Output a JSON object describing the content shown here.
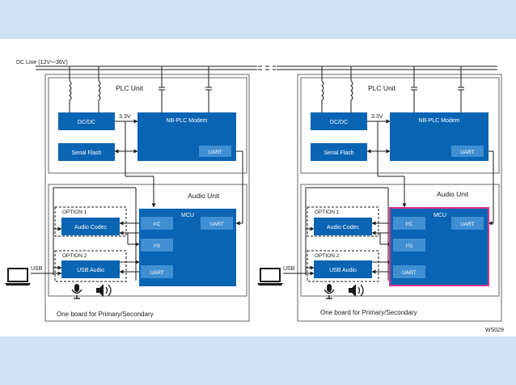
{
  "dc_line_label": "DC Line (12V〜36V)",
  "units": [
    {
      "id": "left",
      "plc_unit_title": "PLC Unit",
      "voltage_label": "3.3V",
      "dcdc_label": "DC/DC",
      "modem_label": "NB-PLC Modem",
      "modem_uart_label": "UART",
      "serial_flash_label": "Serial Flash",
      "audio_unit_title": "Audio Unit",
      "option1_label": "OPTION 1",
      "audio_codec_label": "Audio Codec",
      "option2_label": "OPTION 2",
      "usb_audio_label": "USB Audio",
      "mcu_label": "MCU",
      "mcu_i2c_label": "I²C",
      "mcu_i2s_label": "I²S",
      "mcu_uart_bottom_label": "UART",
      "mcu_uart_top_label": "UART",
      "usb_label": "USB",
      "board_caption": "One board for Primary/Secondary",
      "mcu_highlighted": false
    },
    {
      "id": "right",
      "plc_unit_title": "PLC Unit",
      "voltage_label": "3.3V",
      "dcdc_label": "DC/DC",
      "modem_label": "NB-PLC Modem",
      "modem_uart_label": "UART",
      "serial_flash_label": "Serial Flash",
      "audio_unit_title": "Audio Unit",
      "option1_label": "OPTION 1",
      "audio_codec_label": "Audio Codec",
      "option2_label": "OPTION 2",
      "usb_audio_label": "USB Audio",
      "mcu_label": "MCU",
      "mcu_i2c_label": "I²C",
      "mcu_i2s_label": "I²S",
      "mcu_uart_bottom_label": "UART",
      "mcu_uart_top_label": "UART",
      "usb_label": "USB",
      "board_caption": "One board for Primary/Secondary",
      "mcu_highlighted": true
    }
  ],
  "figure_id": "WS029",
  "icons": [
    "laptop-icon",
    "microphone-icon",
    "speaker-icon",
    "inductor-icon",
    "capacitor-icon"
  ],
  "colors": {
    "page_background": "#cfe0f7",
    "canvas": "#ffffff",
    "block_fill": "#0a64b4",
    "sub_block_fill": "#3f8fd2",
    "highlight_border": "#d6338a",
    "line": "#1a1a1a"
  }
}
